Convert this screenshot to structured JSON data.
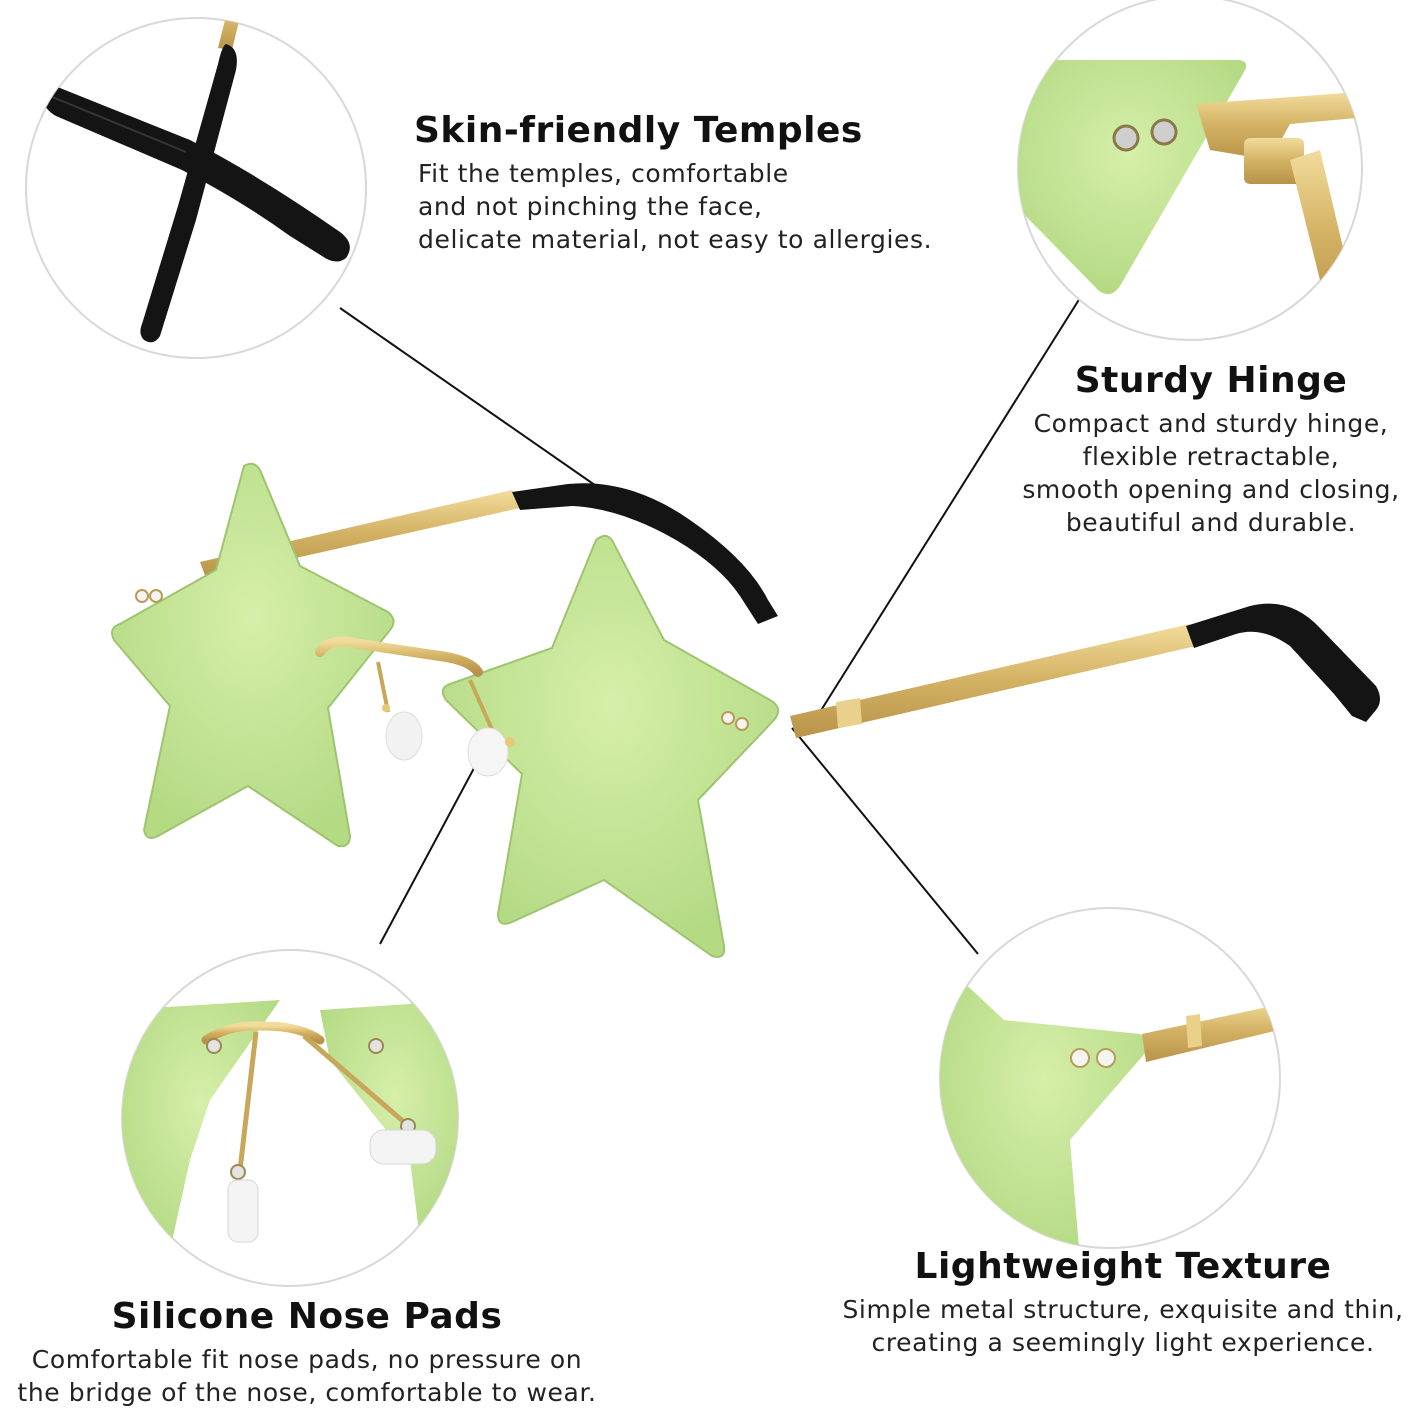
{
  "features": {
    "temples": {
      "title": "Skin-friendly Temples",
      "lines": [
        "Fit the temples, comfortable",
        "and not pinching the face,",
        "delicate material, not easy to allergies."
      ]
    },
    "hinge": {
      "title": "Sturdy Hinge",
      "lines": [
        "Compact and sturdy hinge,",
        "flexible retractable,",
        "smooth opening and closing,",
        "beautiful and durable."
      ]
    },
    "nose_pads": {
      "title": "Silicone Nose Pads",
      "lines": [
        "Comfortable fit nose pads, no pressure on",
        "the bridge of the nose, comfortable to wear."
      ]
    },
    "lightweight": {
      "title": "Lightweight Texture",
      "lines": [
        "Simple metal structure, exquisite and thin,",
        "creating a seemingly light experience."
      ]
    }
  },
  "colors": {
    "lens_green": "#c9e79a",
    "lens_green_dark": "#a9d27a",
    "frame_gold": "#d8b868",
    "temple_tip_black": "#141414",
    "circle_border": "#d8d8d8",
    "leader_line": "#111111"
  }
}
